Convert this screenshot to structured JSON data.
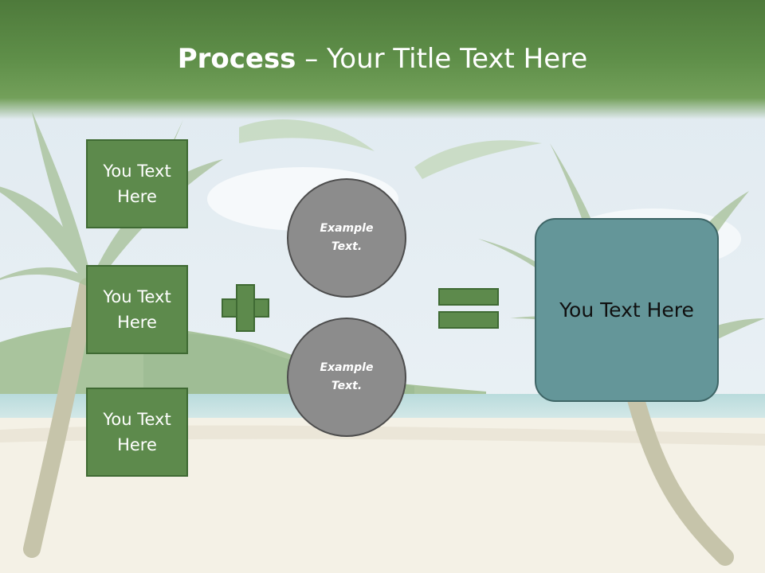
{
  "slide": {
    "title_bold": "Process",
    "title_rest": " – Your Title Text Here",
    "left_boxes": [
      {
        "line1": "You Text",
        "line2": "Here"
      },
      {
        "line1": "You Text",
        "line2": "Here"
      },
      {
        "line1": "You Text",
        "line2": "Here"
      }
    ],
    "circles": [
      {
        "line1": "Example",
        "line2": "Text."
      },
      {
        "line1": "Example",
        "line2": "Text."
      }
    ],
    "result_text": "You Text Here"
  },
  "colors": {
    "title_green": "#5f8f49",
    "box_green": "#5d8a4c",
    "box_border": "#3f6a33",
    "circle_gray": "#8c8c8c",
    "result_teal": "#649699"
  },
  "icons": [
    "plus-sign-icon",
    "equals-sign-icon"
  ]
}
